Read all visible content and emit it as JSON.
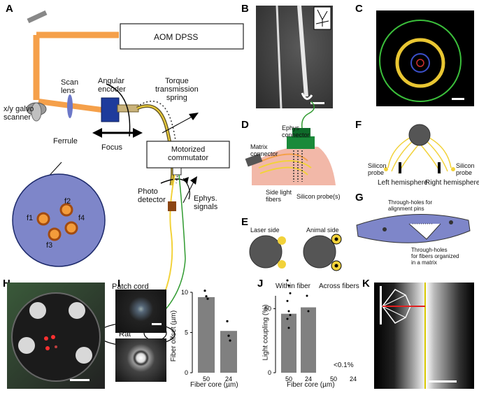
{
  "panel_labels": {
    "A": "A",
    "B": "B",
    "C": "C",
    "D": "D",
    "E": "E",
    "F": "F",
    "G": "G",
    "H": "H",
    "I": "I",
    "J": "J",
    "K": "K"
  },
  "panelA": {
    "aom": "AOM DPSS",
    "scan_lens": "Scan\nlens",
    "angular_encoder": "Angular\nencoder",
    "torque": "Torque\ntransmission\nspring",
    "galvo": "x/y galvo\nscanner",
    "ferrule": "Ferrule",
    "focus": "Focus",
    "commutator": "Motorized\ncommutator",
    "photo_detector": "Photo\ndetector",
    "ephys": "Ephys.\nsignals",
    "patch_cord": "Patch cord",
    "rat": "Rat",
    "fibers": [
      "f1",
      "f2",
      "f3",
      "f4"
    ]
  },
  "panelD": {
    "ephys_connector": "Ephys\nconnector",
    "matrix_connector": "Matrix\nconnector",
    "side_light": "Side light\nfibers",
    "probe": "Silicon probe(s)"
  },
  "panelE": {
    "laser_side": "Laser side",
    "animal_side": "Animal side"
  },
  "panelF": {
    "left": "Left hemisphere",
    "right": "Right hemisphere",
    "probe_left": "Silicon\nprobe",
    "probe_right": "Silicon\nprobe"
  },
  "panelG": {
    "pins": "Through-holes for\nalignment pins",
    "matrix": "Through-holes\nfor fibers organized\nin a matrix"
  },
  "colors": {
    "orange": "#F5A04A",
    "yellow": "#F2D23A",
    "blue_disc": "#7E86C9",
    "probe_gray": "#5a5a5a"
  },
  "chart_data": [
    {
      "type": "bar",
      "title": "",
      "xlabel": "Fiber core (µm)",
      "ylabel": "Fiber offset (µm)",
      "categories": [
        "50",
        "24"
      ],
      "values": [
        9.4,
        5.2
      ],
      "points": [
        [
          10.2,
          9.5,
          9.2
        ],
        [
          6.4,
          4.6,
          4.0
        ]
      ],
      "ylim": [
        0,
        10
      ],
      "yticks": [
        "0",
        "5",
        "10"
      ]
    },
    {
      "type": "bar",
      "title": "",
      "xlabel": "Fiber core (µm)",
      "ylabel": "Light coupling (%)",
      "categories": [
        "50",
        "24",
        "50",
        "24"
      ],
      "values": [
        46,
        51,
        0,
        0
      ],
      "groups": [
        "Within fiber",
        "Across fibers"
      ],
      "annotation": "<0.1%",
      "ylim": [
        0,
        60
      ],
      "yticks": [
        "0",
        "50"
      ]
    }
  ]
}
